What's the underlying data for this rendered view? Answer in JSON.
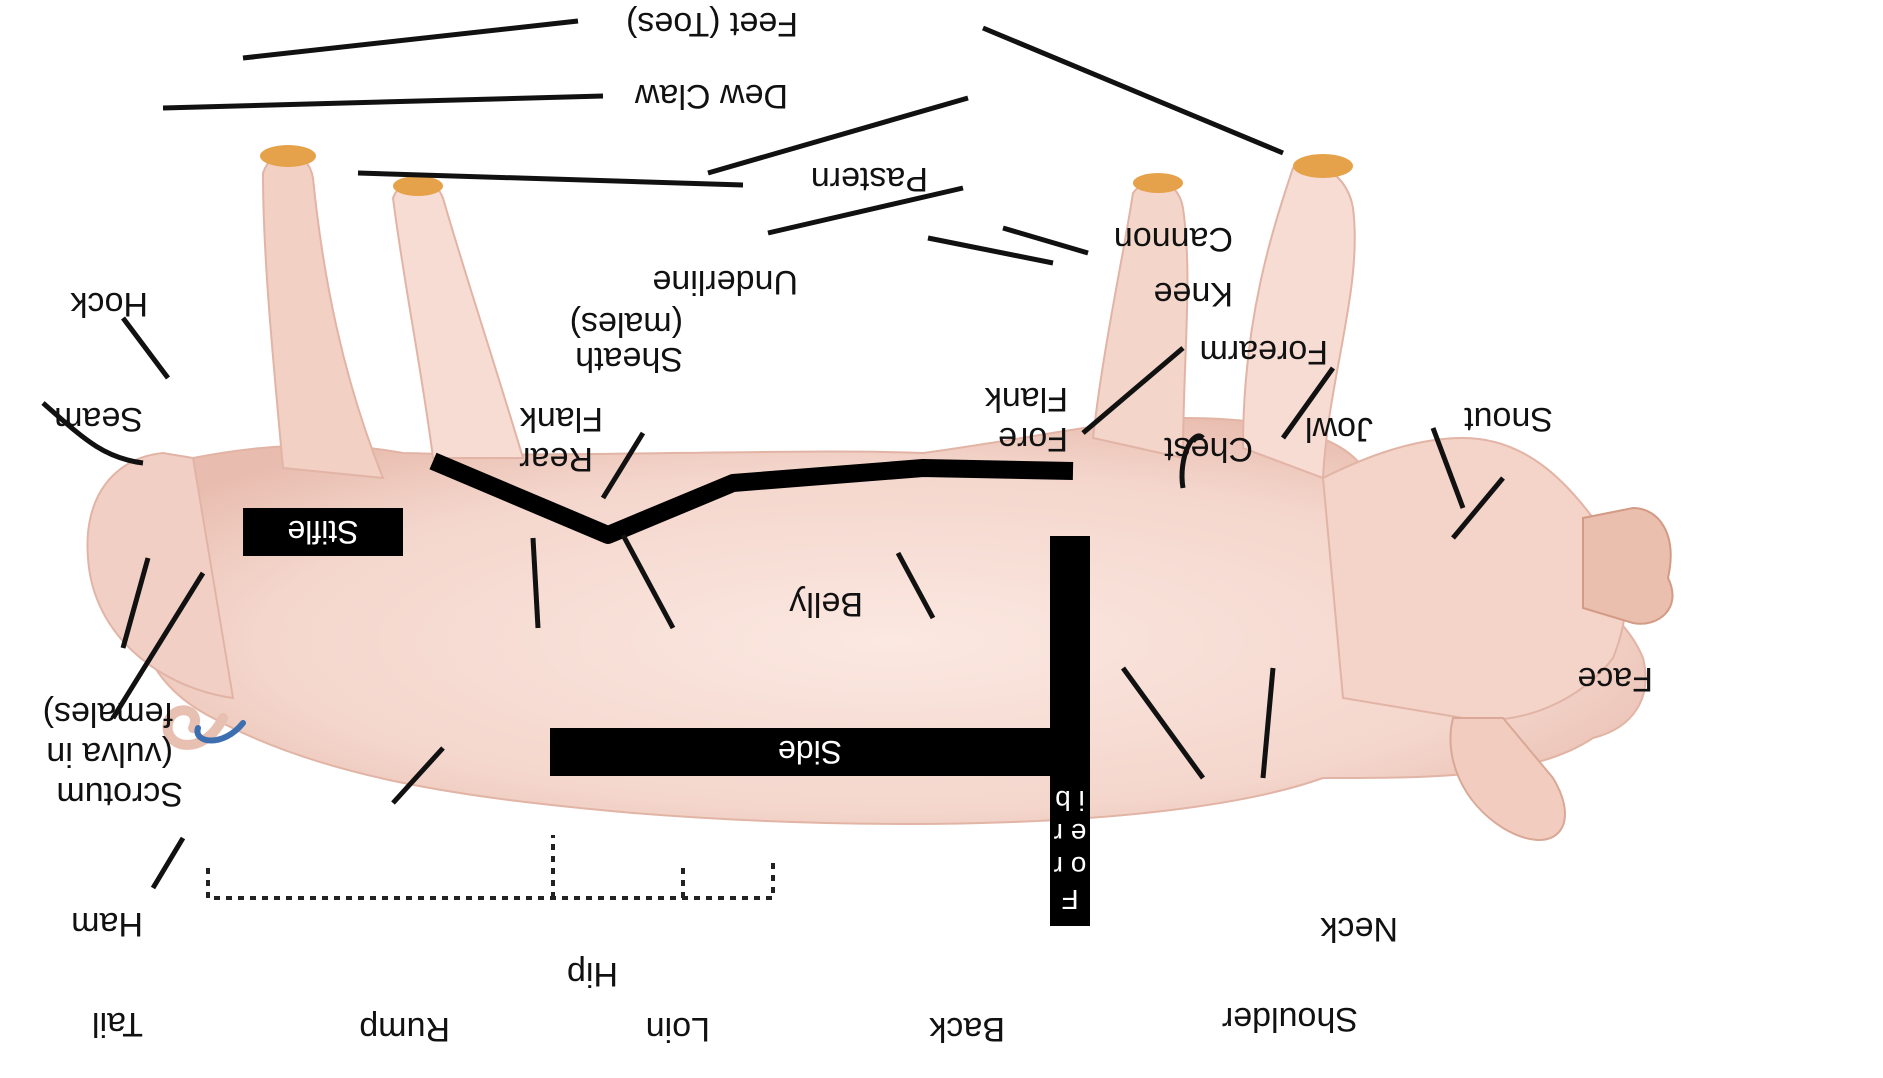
{
  "figure": {
    "orientation_note": "",
    "labels": {
      "feet_toes": "Feet (Toes)",
      "dew_claw": "Dew Claw",
      "pastern": "Pastern",
      "cannon": "Cannon",
      "knee": "Knee",
      "forearm": "Forearm",
      "hock": "Hock",
      "underline": "Underline",
      "sheath": "Sheath",
      "sheath_note": "(males)",
      "rear": "Rear",
      "rear_flank": "Flank",
      "fore": "Fore",
      "fore_flank": "Flank",
      "seam": "Seam",
      "chest": "Chest",
      "jowl": "Jowl",
      "snout": "Snout",
      "stifle": "Stifle",
      "belly": "Belly",
      "side": "Side",
      "fore_rib": "F o r e r i b",
      "face": "Face",
      "scrotum_line1": "Scrotum",
      "scrotum_line2": "(vulva in",
      "scrotum_line3": "females)",
      "ham": "Ham",
      "neck": "Neck",
      "tail": "Tail",
      "hip": "Hip",
      "shoulder": "Shoulder",
      "rump": "Rump",
      "loin": "Loin",
      "back": "Back"
    },
    "colors": {
      "skin": "#f6dcd3",
      "skin_shadow": "#e9bfb2",
      "hoof": "#e6a24a",
      "line": "#111111",
      "bar": "#000000",
      "tail_blue": "#3d6fb0"
    }
  }
}
